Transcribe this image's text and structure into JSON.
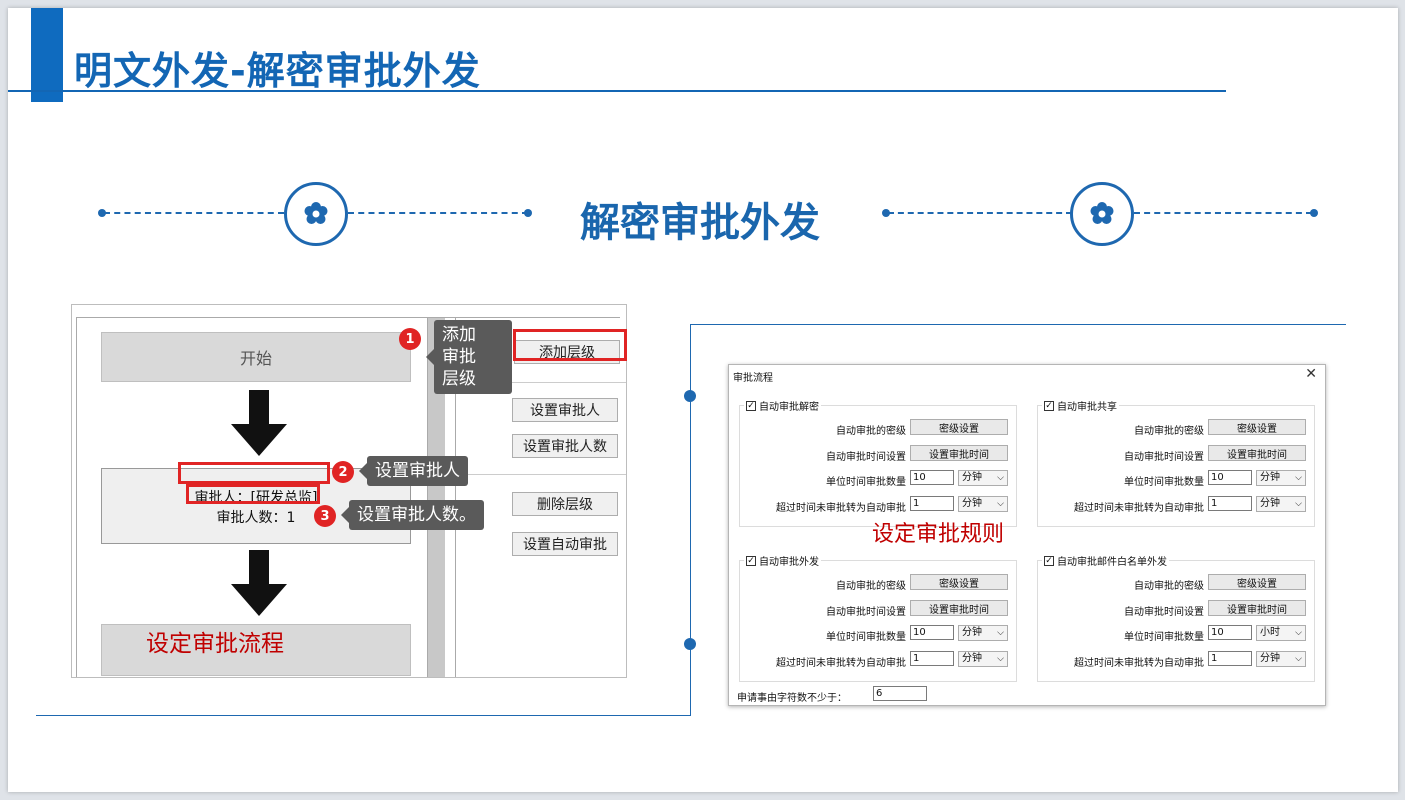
{
  "slide": {
    "title": "明文外发-解密审批外发",
    "section_title": "解密审批外发"
  },
  "left_panel": {
    "flow": {
      "start": "开始",
      "approver": "审批人：[研发总监]",
      "approver_count": "审批人数：1",
      "end": ""
    },
    "buttons": {
      "add_level": "添加层级",
      "set_approver": "设置审批人",
      "set_approver_count": "设置审批人数",
      "delete_level": "删除层级",
      "set_auto_approve": "设置自动审批"
    },
    "tips": {
      "badge1": "1",
      "tip1": "添加\n审批\n层级",
      "badge2": "2",
      "tip2": "设置审批人",
      "badge3": "3",
      "tip3": "设置审批人数。"
    },
    "caption": "设定审批流程"
  },
  "dialog": {
    "title": "审批流程",
    "close": "✕",
    "labels": {
      "secret_level": "自动审批的密级",
      "time_setting": "自动审批时间设置",
      "unit_count": "单位时间审批数量",
      "timeout": "超过时间未审批转为自动审批"
    },
    "buttons": {
      "secret_setting": "密级设置",
      "time_setting": "设置审批时间"
    },
    "groups": [
      {
        "title": "自动审批解密",
        "count": "10",
        "count_unit": "分钟",
        "timeout": "1",
        "timeout_unit": "分钟"
      },
      {
        "title": "自动审批共享",
        "count": "10",
        "count_unit": "分钟",
        "timeout": "1",
        "timeout_unit": "分钟"
      },
      {
        "title": "自动审批外发",
        "count": "10",
        "count_unit": "分钟",
        "timeout": "1",
        "timeout_unit": "分钟"
      },
      {
        "title": "自动审批邮件白名单外发",
        "count": "10",
        "count_unit": "小时",
        "timeout": "1",
        "timeout_unit": "分钟"
      }
    ],
    "min_chars_label": "申请事由字符数不少于：",
    "min_chars_value": "6",
    "caption": "设定审批规则"
  }
}
